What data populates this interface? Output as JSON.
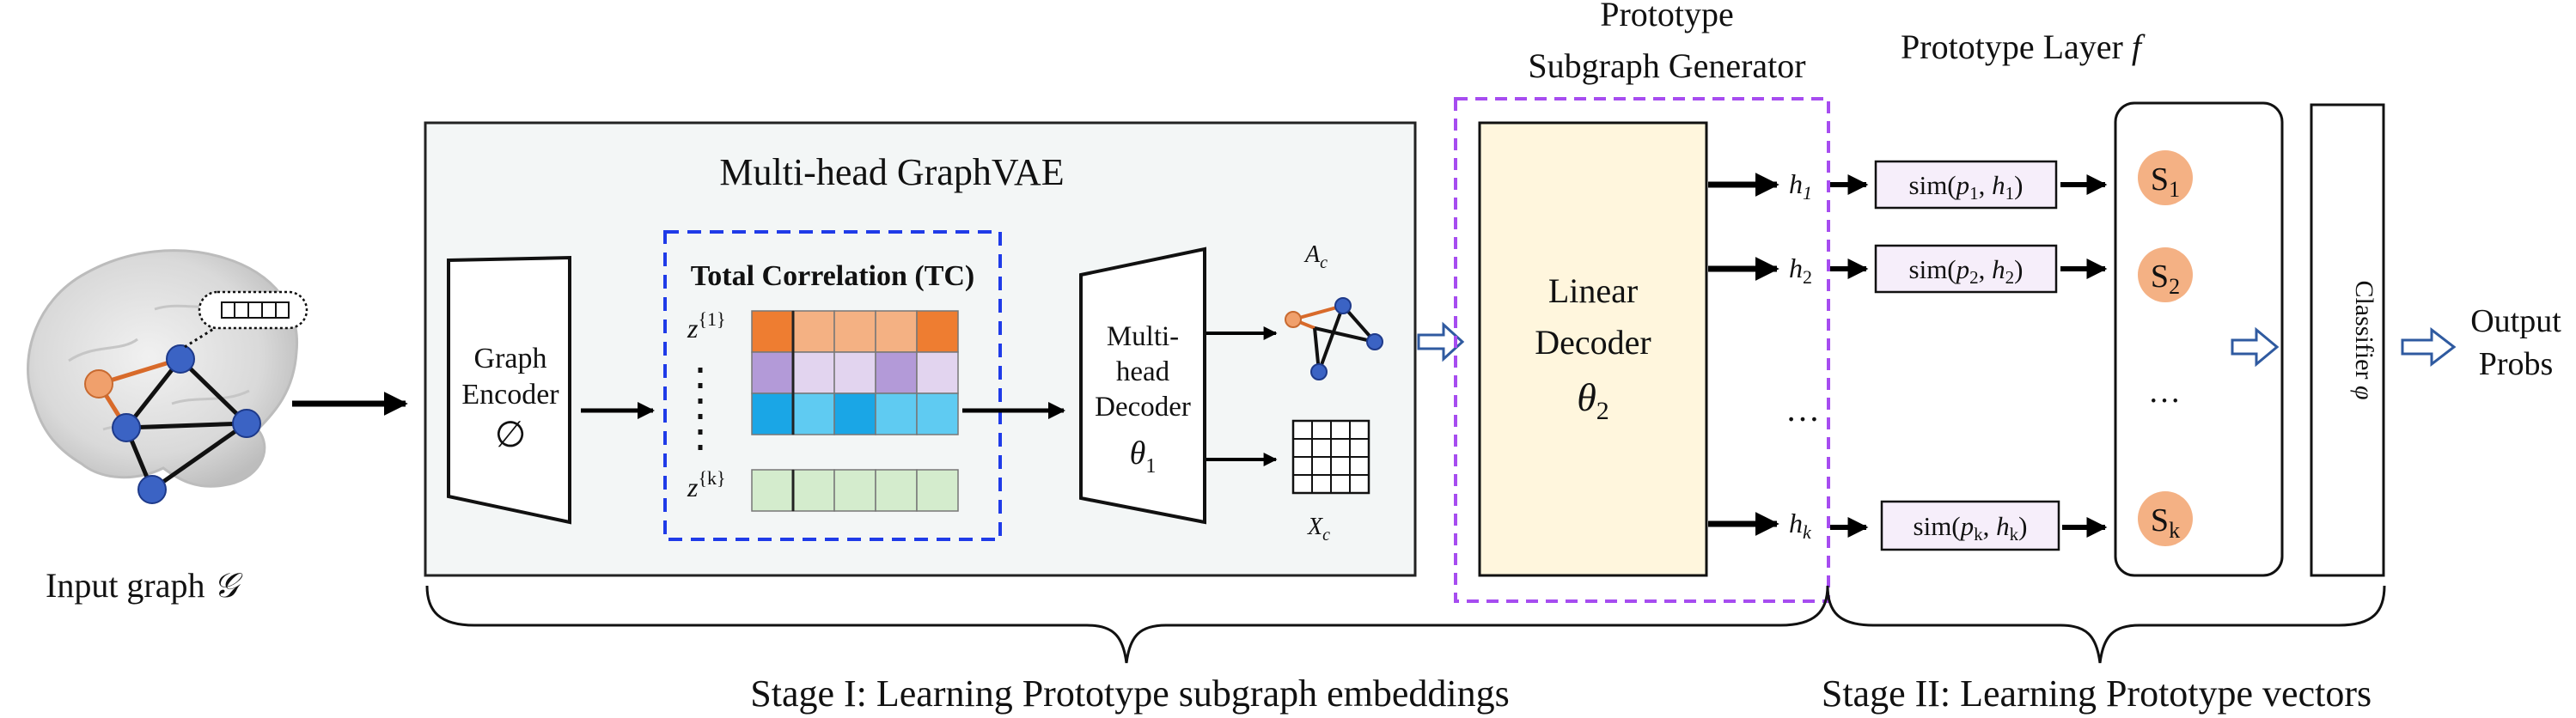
{
  "input": {
    "label": "Input graph",
    "symbol": "𝒢"
  },
  "graphvae": {
    "title": "Multi-head GraphVAE",
    "encoder": {
      "line1": "Graph",
      "line2": "Encoder",
      "symbol": "∅"
    },
    "tc": {
      "title": "Total Correlation (TC)",
      "z_first": "z",
      "z_first_sup": "{1}",
      "z_last": "z",
      "z_last_sup": "{k}"
    },
    "decoder": {
      "line1": "Multi-",
      "line2": "head",
      "line3": "Decoder",
      "symbol": "θ",
      "symbol_sub": "1"
    },
    "adjacency": {
      "symbol": "A",
      "sub": "c"
    },
    "features": {
      "symbol": "X",
      "sub": "c"
    }
  },
  "generator": {
    "title_line1": "Prototype",
    "title_line2": "Subgraph Generator",
    "box_line1": "Linear",
    "box_line2": "Decoder",
    "box_symbol": "θ",
    "box_symbol_sub": "2",
    "h_labels": [
      {
        "h": "h",
        "sub": "1"
      },
      {
        "h": "h",
        "sub": "2"
      },
      {
        "h": "h",
        "sub": "k"
      }
    ],
    "ellipsis": "…"
  },
  "prototype_layer": {
    "title": "Prototype Layer",
    "title_symbol": "f",
    "sims": [
      {
        "fn": "sim(",
        "p": "p",
        "p_sub": "1",
        "sep": ", ",
        "h": "h",
        "h_sub": "1",
        "close": ")"
      },
      {
        "fn": "sim(",
        "p": "p",
        "p_sub": "2",
        "sep": ", ",
        "h": "h",
        "h_sub": "2",
        "close": ")"
      },
      {
        "fn": "sim(",
        "p": "p",
        "p_sub": "k",
        "sep": ", ",
        "h": "h",
        "h_sub": "k",
        "close": ")"
      }
    ],
    "scores": [
      {
        "s": "S",
        "sub": "1"
      },
      {
        "s": "S",
        "sub": "2"
      },
      {
        "s": "S",
        "sub": "k"
      }
    ],
    "ellipsis": "…"
  },
  "classifier": {
    "label": "Classifier",
    "symbol": "φ"
  },
  "output": {
    "line1": "Output",
    "line2": "Probs"
  },
  "stages": {
    "stage1": "Stage I: Learning Prototype subgraph embeddings",
    "stage2": "Stage II: Learning Prototype vectors"
  },
  "colors": {
    "node_blue": "#3b63c4",
    "node_orange": "#f0a06c",
    "edge_orange": "#d86a2a",
    "graphvae_bg": "#f3f6f6",
    "tc_border": "#1f3be8",
    "generator_border": "#a64cf0",
    "linear_decoder_bg": "#fff6dd",
    "sim_bg": "#f6eefa",
    "score_fill": "#f4b184",
    "hollow_arrow": "#2f5aa0",
    "row1": [
      "#ee7d31",
      "#f4b183"
    ],
    "row2": [
      "#b39ad8",
      "#e2d4ef"
    ],
    "row3": [
      "#1aa6e6",
      "#5fcbf2"
    ],
    "rowk": "#d4eccd"
  }
}
